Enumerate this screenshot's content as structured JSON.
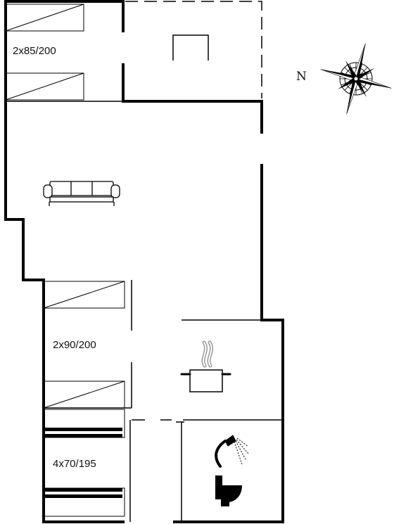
{
  "compass": {
    "north_label": "N",
    "icon": "compass-rose-icon"
  },
  "rooms": [
    {
      "id": "bedroom-top",
      "bed_label": "2x85/200",
      "icon": "single-bed-icon"
    },
    {
      "id": "living-room",
      "icon": "sofa-icon"
    },
    {
      "id": "bedroom-middle",
      "bed_label": "2x90/200",
      "icon": "single-bed-icon"
    },
    {
      "id": "bunk-room",
      "bed_label": "4x70/195",
      "icon": "bunk-bed-icon"
    },
    {
      "id": "kitchen",
      "icon": "cooking-pot-icon"
    },
    {
      "id": "bathroom",
      "icons": [
        "shower-icon",
        "toilet-icon"
      ]
    },
    {
      "id": "terrace",
      "icon": "fireplace-icon"
    }
  ],
  "colors": {
    "wall": "#000000",
    "background": "#ffffff"
  }
}
